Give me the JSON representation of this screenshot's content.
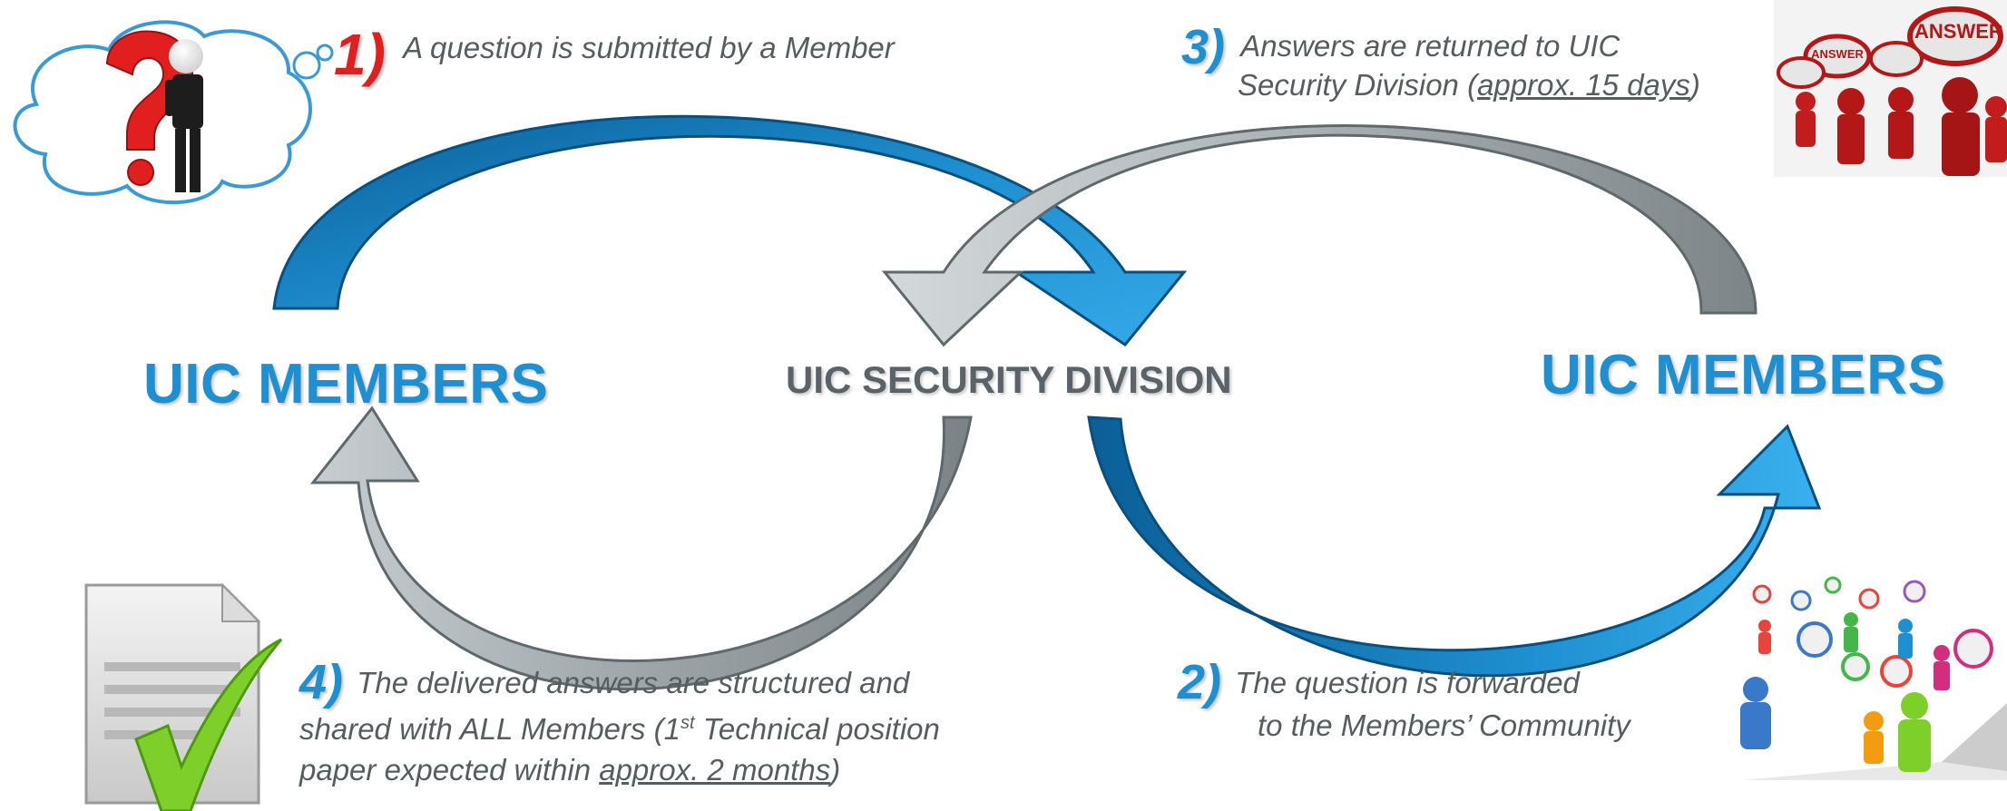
{
  "labels": {
    "members_left": "UIC MEMBERS",
    "members_right": "UIC MEMBERS",
    "center": "UIC SECURITY DIVISION"
  },
  "steps": {
    "s1": {
      "num": "1)",
      "text": "A question is submitted by a Member"
    },
    "s2": {
      "num": "2)",
      "line1": "The question is forwarded",
      "line2": "to the Members’ Community"
    },
    "s3": {
      "num": "3)",
      "line1": "Answers are returned to UIC",
      "line2_pre": "Security Division (",
      "line2_u": "approx. 15 days",
      "line2_post": ")"
    },
    "s4": {
      "num": "4)",
      "line1": "The delivered answers are structured and",
      "line2_pre": "shared with ALL Members (1",
      "line2_sup": "st",
      "line2_post": " Technical position",
      "line3_pre": "paper expected within ",
      "line3_u": "approx. 2 months",
      "line3_post": ")"
    }
  },
  "images": {
    "answer_sign_main": "ANSWER",
    "answer_sign_small": "ANSWER"
  },
  "colors": {
    "blue": "#1e8fd0",
    "blue_dark": "#0b5f97",
    "gray": "#8c9497",
    "gray_light": "#c7cdd0",
    "red": "#e11f1f"
  },
  "icons": [
    "question-thought-bubble-icon",
    "answer-crowd-icon",
    "approved-document-icon",
    "community-network-icon"
  ]
}
